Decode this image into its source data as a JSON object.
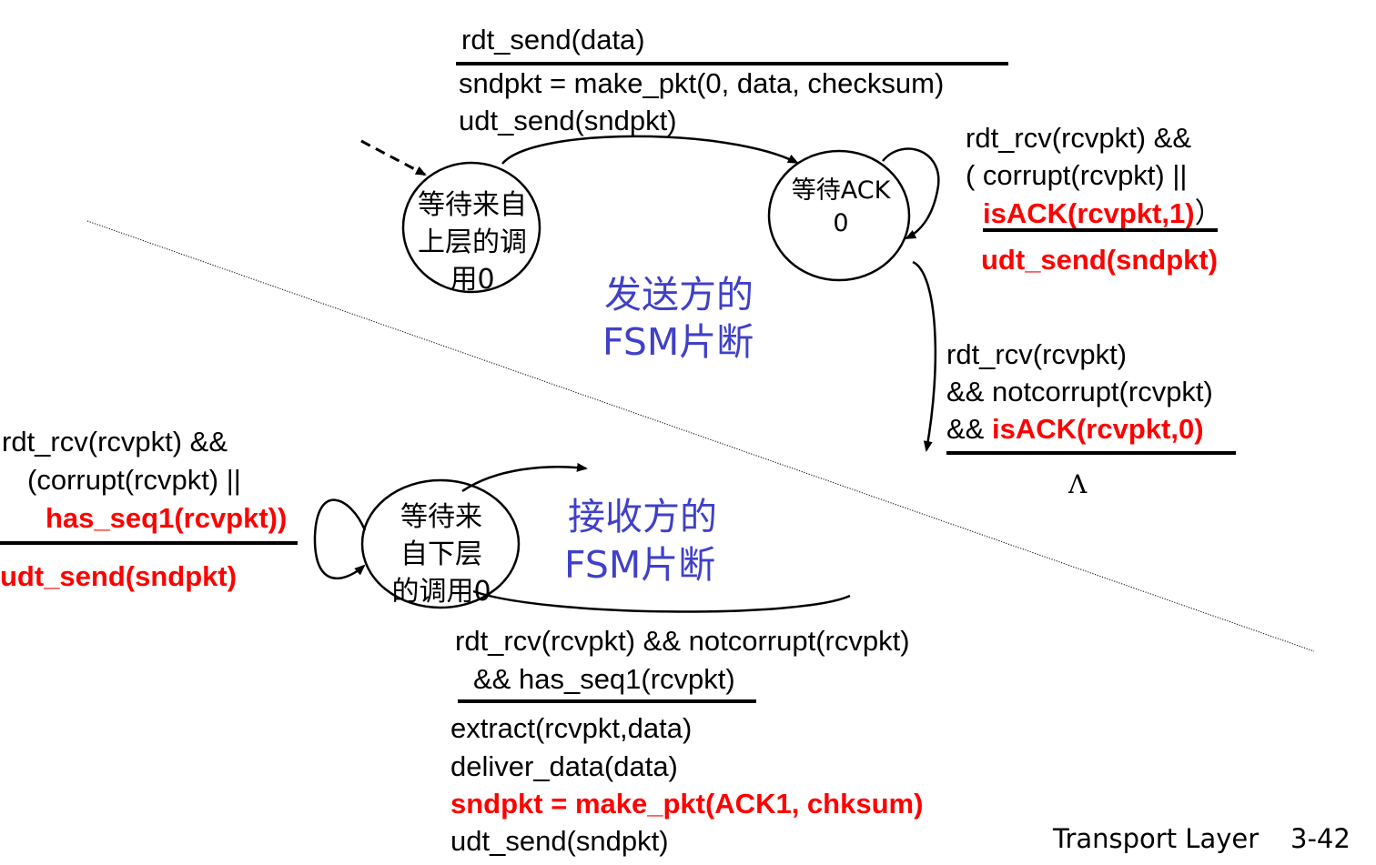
{
  "sender": {
    "init_event": "rdt_send(data)",
    "init_action_1": "sndpkt = make_pkt(0, data, checksum)",
    "init_action_2": "udt_send(sndpkt)",
    "state_wait_call": [
      "等待来自",
      "上层的调",
      "用0"
    ],
    "state_wait_ack": [
      "等待ACK",
      "0"
    ],
    "self_loop_line1": "rdt_rcv(rcvpkt) &&",
    "self_loop_line2": "( corrupt(rcvpkt) ||",
    "self_loop_line3_red": "isACK(rcvpkt,1)",
    "self_loop_line3_tail": "）",
    "self_loop_action": "udt_send(sndpkt)",
    "trans_line1": "rdt_rcv(rcvpkt)",
    "trans_line2": "&& notcorrupt(rcvpkt)",
    "trans_line3_prefix": "&& ",
    "trans_line3_red": "isACK(rcvpkt,0)",
    "trans_action": "Λ",
    "label": [
      "发送方的",
      "FSM片断"
    ]
  },
  "receiver": {
    "state_wait_below": [
      "等待来",
      "自下层",
      "的调用0"
    ],
    "self_loop_line1": "rdt_rcv(rcvpkt) &&",
    "self_loop_line2": "(corrupt(rcvpkt) ||",
    "self_loop_line3_red": "has_seq1(rcvpkt))",
    "self_loop_action": "udt_send(sndpkt)",
    "trans_line1": "rdt_rcv(rcvpkt) && notcorrupt(rcvpkt)",
    "trans_line2": "&& has_seq1(rcvpkt)",
    "trans_action_1": "extract(rcvpkt,data)",
    "trans_action_2": "deliver_data(data)",
    "trans_action_3_red": "sndpkt = make_pkt(ACK1, chksum)",
    "trans_action_4": "udt_send(sndpkt)",
    "label": [
      "接收方的",
      "FSM片断"
    ]
  },
  "footer": {
    "title": "Transport Layer",
    "page": "3-42"
  },
  "colors": {
    "highlight": "#ff0000",
    "label": "#4040c8"
  }
}
